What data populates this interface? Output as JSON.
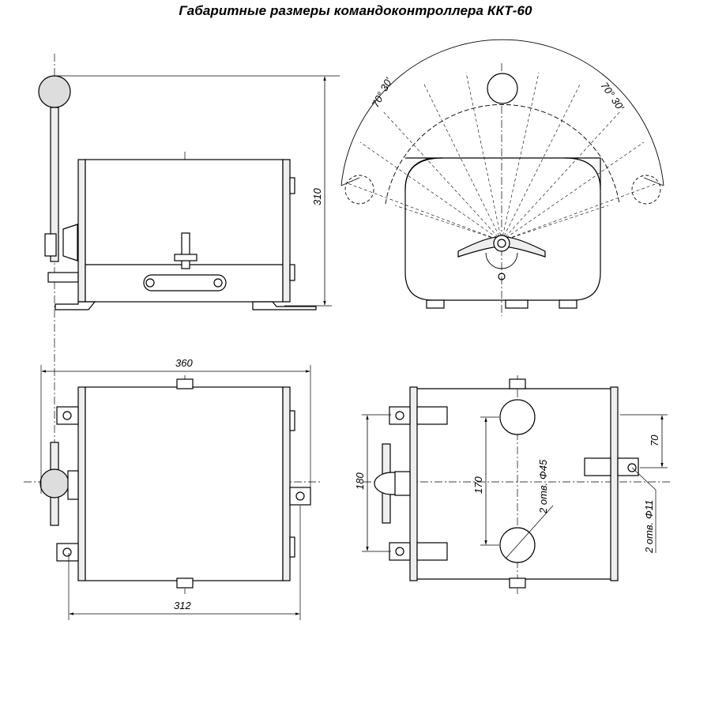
{
  "title": "Габаритные размеры командоконтроллера ККТ-60",
  "dimensions": {
    "height": "310",
    "angle_left": "70° 30′",
    "angle_right": "70° 30′",
    "width_overall": "360",
    "width_body": "312",
    "mount_spacing": "180",
    "hole_spacing": "170",
    "large_holes": "2 отв. Φ45",
    "small_holes": "2 отв. Φ11",
    "offset": "70"
  }
}
